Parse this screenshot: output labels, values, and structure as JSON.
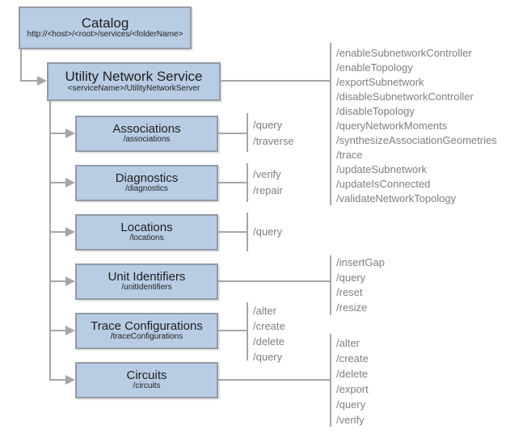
{
  "colors": {
    "box_fill": "#b8cce4",
    "box_border": "#929aa5",
    "connector_line": "#a6a6a6",
    "operation_text": "#7f7f7f",
    "box_text": "#1f1f1f"
  },
  "catalog": {
    "title": "Catalog",
    "subtitle": "http://<host>/<root>/services/<folderName>"
  },
  "service": {
    "title": "Utility Network Service",
    "subtitle": "<serviceName>/UtilityNetworkServer",
    "operations": [
      "/enableSubnetworkController",
      "/enableTopology",
      "/exportSubnetwork",
      "/disableSubnetworkController",
      "/disableTopology",
      "/queryNetworkMoments",
      "/synthesizeAssociationGeometries",
      "/trace",
      "/updateSubnetwork",
      "/updateIsConnected",
      "/validateNetworkTopology"
    ]
  },
  "resources": [
    {
      "title": "Associations",
      "subtitle": "/associations",
      "operations": [
        "/query",
        "/traverse"
      ]
    },
    {
      "title": "Diagnostics",
      "subtitle": "/diagnostics",
      "operations": [
        "/verify",
        "/repair"
      ]
    },
    {
      "title": "Locations",
      "subtitle": "/locations",
      "operations": [
        "/query"
      ]
    },
    {
      "title": "Unit Identifiers",
      "subtitle": "/unitIdentifiers",
      "operations": [
        "/insertGap",
        "/query",
        "/reset",
        "/resize"
      ]
    },
    {
      "title": "Trace Configurations",
      "subtitle": "/traceConfigurations",
      "operations": [
        "/alter",
        "/create",
        "/delete",
        "/query"
      ]
    },
    {
      "title": "Circuits",
      "subtitle": "/circuits",
      "operations": [
        "/alter",
        "/create",
        "/delete",
        "/export",
        "/query",
        "/verify"
      ]
    }
  ]
}
